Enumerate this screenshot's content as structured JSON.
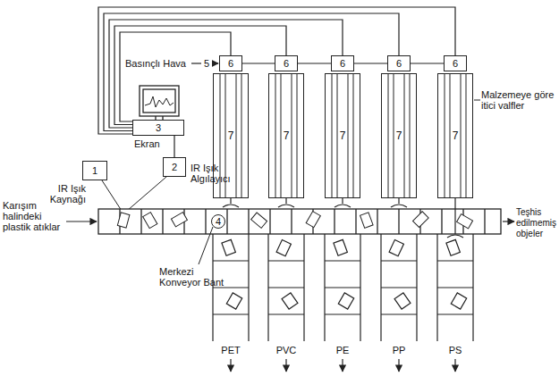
{
  "diagram": {
    "nodes": [
      {
        "text": [
          "6"
        ]
      },
      {
        "text": [
          "6"
        ]
      },
      {
        "text": [
          "6"
        ]
      },
      {
        "text": [
          "6"
        ]
      },
      {
        "text": [
          "6"
        ]
      },
      {
        "text": [
          "7"
        ]
      },
      {
        "text": [
          "7"
        ]
      },
      {
        "text": [
          "7"
        ]
      },
      {
        "text": [
          "7"
        ]
      },
      {
        "text": [
          "7"
        ]
      },
      {
        "text": [
          "3"
        ]
      },
      {
        "text": [
          "1"
        ]
      },
      {
        "text": [
          "2"
        ]
      },
      {
        "text": [
          "4"
        ]
      }
    ],
    "edges": [
      {
        "from": 10,
        "to": 0,
        "arrow": "none"
      },
      {
        "from": 10,
        "to": 1,
        "arrow": "none"
      },
      {
        "from": 10,
        "to": 2,
        "arrow": "none"
      },
      {
        "from": 10,
        "to": 3,
        "arrow": "none"
      },
      {
        "from": 10,
        "to": 4,
        "arrow": "none"
      },
      {
        "from": 12,
        "to": 10,
        "arrow": "none"
      }
    ],
    "labels": [
      "Basınçlı Hava",
      "5",
      "Ekran",
      "IR Işık Kaynağı",
      "IR Işık Algılayıcı",
      "Malzemeye göre itici valfler",
      "Karışım halindeki plastik atıklar",
      "Teşhis edilmemiş objeler",
      "Merkezi Konveyor Bant",
      "PET",
      "PVC",
      "PE",
      "PP",
      "PS"
    ]
  }
}
